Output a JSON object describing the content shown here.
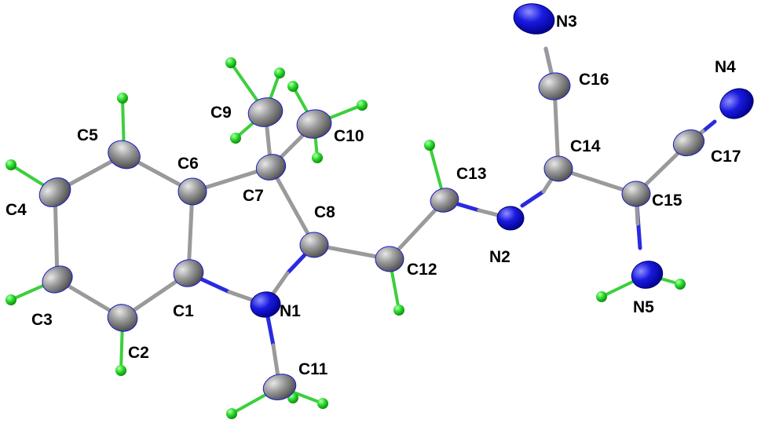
{
  "colors": {
    "carbon": "#8f8f8f",
    "nitrogen": "#1414d8",
    "hydrogen": "#22dd22",
    "bond_cc": "#9a9a9a",
    "bond_cn": "#2a2ae0",
    "bond_ch": "#3ccf3c"
  },
  "atoms": {
    "C1": "C1",
    "C2": "C2",
    "C3": "C3",
    "C4": "C4",
    "C5": "C5",
    "C6": "C6",
    "C7": "C7",
    "C8": "C8",
    "C9": "C9",
    "C10": "C10",
    "C11": "C11",
    "C12": "C12",
    "C13": "C13",
    "C14": "C14",
    "C15": "C15",
    "C16": "C16",
    "C17": "C17",
    "N1": "N1",
    "N2": "N2",
    "N3": "N3",
    "N4": "N4",
    "N5": "N5"
  }
}
